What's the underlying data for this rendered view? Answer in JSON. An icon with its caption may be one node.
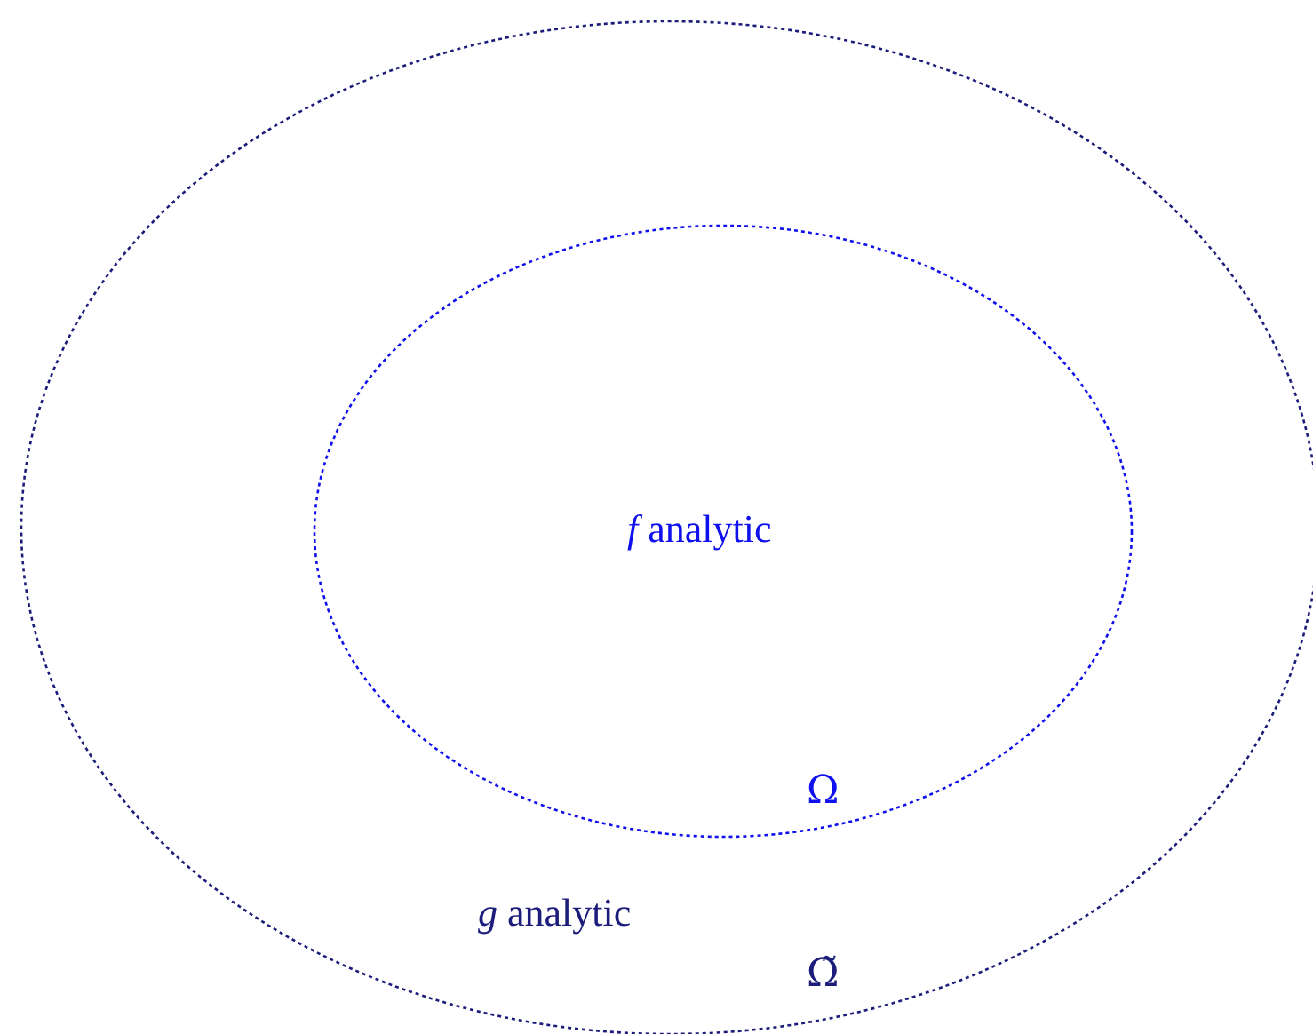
{
  "diagram": {
    "nodes": [
      {
        "text": [
          "*g* analytic",
          "Ω̃"
        ]
      },
      {
        "text": [
          "*f* analytic",
          "Ω"
        ],
        "in": 0
      }
    ]
  }
}
